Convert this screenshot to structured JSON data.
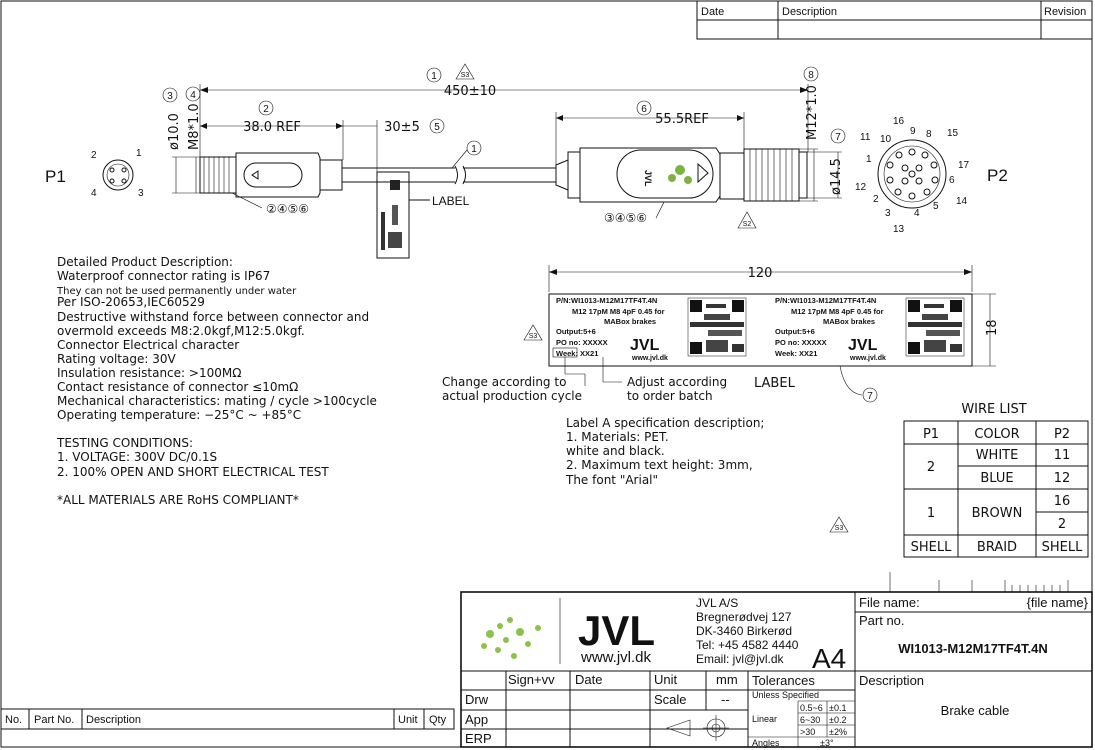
{
  "revision_table": {
    "date": "Date",
    "description": "Description",
    "revision": "Revision"
  },
  "dims": {
    "total": "450±10",
    "total_num": "1",
    "ref_left": "38.0 REF",
    "ref_left_num": "2",
    "len_30": "30±5",
    "len_30_num": "5",
    "ref_right": "55.5REF",
    "ref_right_num": "6",
    "dia_left": "ø10.0",
    "dia_left_num": "3",
    "thread_left": "M8*1.0",
    "thread_left_num": "4",
    "thread_right": "M12*1.0",
    "thread_right_num": "8",
    "dia_right": "ø14.5",
    "dia_right_num": "7",
    "label_width": "120",
    "label_height": "18",
    "rev_mark": "S3",
    "rev_mark2": "S2",
    "cable_num": "1",
    "callout_left": "②④⑤⑥",
    "callout_right": "③④⑤⑥",
    "label_callout": "7"
  },
  "connectors": {
    "p1": "P1",
    "p2": "P2",
    "p1_pins": [
      "1",
      "2",
      "3",
      "4"
    ],
    "p2_pins": [
      "16",
      "9",
      "8",
      "15",
      "11",
      "10",
      "17",
      "1",
      "6",
      "12",
      "14",
      "2",
      "5",
      "3",
      "4",
      "13"
    ]
  },
  "label_text": "LABEL",
  "label_sample": {
    "pn": "P/N:WI1013-M12M17TF4T.4N",
    "l2": "M12 17pM M8 4pF 0.45 for",
    "l3": "MABox brakes",
    "l4": "Output:5+6",
    "po": "PO no: XXXXX",
    "week": "Week: XX21",
    "logo": "JVL",
    "url": "www.jvl.dk"
  },
  "label_notes": {
    "change": [
      "Change according to",
      "actual production cycle"
    ],
    "adjust": [
      "Adjust according",
      "to order batch"
    ],
    "label_word": "LABEL",
    "label_num": "7"
  },
  "product_description": [
    "Detailed Product Description:",
    "Waterproof connector rating is IP67",
    "They can not be used permanently under water",
    "Per ISO-20653,IEC60529",
    "Destructive withstand force between connector and",
    "overmold exceeds M8:2.0kgf,M12:5.0kgf.",
    "Connector Electrical character",
    "Rating voltage: 30V",
    "Insulation resistance: >100MΩ",
    "Contact resistance of connector ≤10mΩ",
    "Mechanical characteristics: mating / cycle >100cycle",
    "Operating temperature: −25°C ~ +85°C"
  ],
  "testing": [
    "TESTING CONDITIONS:",
    "1. VOLTAGE: 300V DC/0.1S",
    "2. 100% OPEN AND SHORT ELECTRICAL TEST"
  ],
  "rohs": "*ALL MATERIALS ARE RoHS COMPLIANT*",
  "label_spec": [
    "Label A specification description;",
    "1. Materials: PET.",
    "white and black.",
    "2. Maximum text height: 3mm,",
    "The font \"Arial\""
  ],
  "wire_list": {
    "title": "WIRE LIST",
    "headers": [
      "P1",
      "COLOR",
      "P2"
    ],
    "rows": [
      {
        "p1": "2",
        "color": "WHITE",
        "p2": "11"
      },
      {
        "p1": "",
        "color": "BLUE",
        "p2": "12"
      },
      {
        "p1": "1",
        "color": "BROWN",
        "p2": "16"
      },
      {
        "p1": "",
        "color": "",
        "p2": "2"
      },
      {
        "p1": "SHELL",
        "color": "BRAID",
        "p2": "SHELL"
      }
    ]
  },
  "title_block": {
    "logo": "JVL",
    "url": "www.jvl.dk",
    "company": [
      "JVL A/S",
      "Bregnerødvej 127",
      "DK-3460 Birkerød",
      "Tel: +45 4582 4440",
      "Email: jvl@jvl.dk"
    ],
    "size": "A4",
    "file_name_label": "File name:",
    "file_name_value": "{file name}",
    "part_no_label": "Part no.",
    "part_no": "WI1013-M12M17TF4T.4N",
    "sign": "Sign+vv",
    "date": "Date",
    "unit": "Unit",
    "unit_val": "mm",
    "scale": "Scale",
    "scale_val": "--",
    "tolerances": "Tolerances",
    "unless": "Unless Specified",
    "linear": "Linear",
    "angles": "Angles",
    "tol_rows": [
      {
        "range": "0.5~6",
        "tol": "±0.1"
      },
      {
        "range": "6~30",
        "tol": "±0.2"
      },
      {
        "range": ">30",
        "tol": "±2%"
      }
    ],
    "angle_tol": "±3°",
    "rows": [
      "Drw",
      "App",
      "ERP"
    ],
    "description_label": "Description",
    "description": "Brake cable"
  },
  "bom": {
    "no": "No.",
    "part_no": "Part No.",
    "description": "Description",
    "unit": "Unit",
    "qty": "Qty"
  }
}
